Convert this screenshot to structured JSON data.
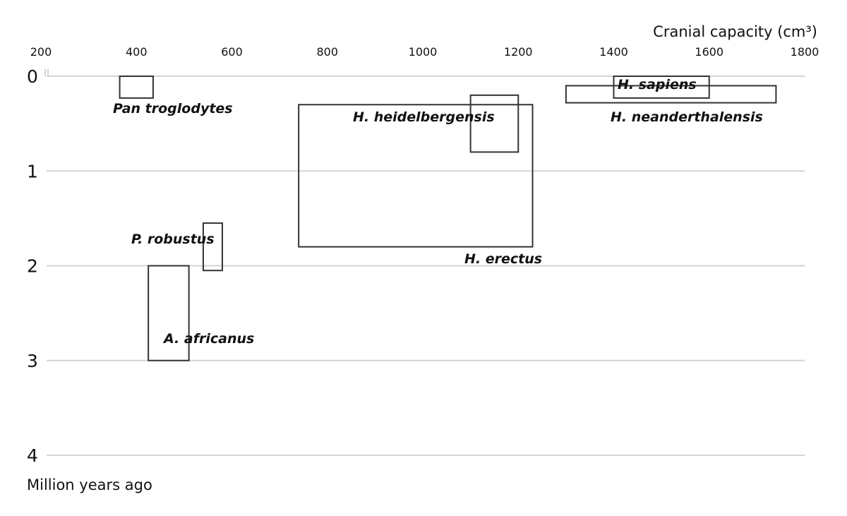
{
  "chart_data": {
    "type": "range-boxes",
    "title": "",
    "xlabel": "Cranial capacity (cm³)",
    "ylabel": "Million years ago",
    "xlim": [
      200,
      1800
    ],
    "ylim": [
      0,
      4
    ],
    "x_ticks": [
      200,
      400,
      600,
      800,
      1000,
      1200,
      1400,
      1600,
      1800
    ],
    "y_ticks": [
      0,
      1,
      2,
      3,
      4
    ],
    "grid": true,
    "species": [
      {
        "name": "Pan troglodytes",
        "x_range": [
          365,
          435
        ],
        "y_range": [
          0.0,
          0.23
        ]
      },
      {
        "name": "H. sapiens",
        "x_range": [
          1400,
          1600
        ],
        "y_range": [
          0.0,
          0.23
        ]
      },
      {
        "name": "H. neanderthalensis",
        "x_range": [
          1300,
          1740
        ],
        "y_range": [
          0.1,
          0.28
        ]
      },
      {
        "name": "H. heidelbergensis",
        "x_range": [
          1100,
          1200
        ],
        "y_range": [
          0.2,
          0.8
        ]
      },
      {
        "name": "H. erectus",
        "x_range": [
          740,
          1230
        ],
        "y_range": [
          0.3,
          1.8
        ]
      },
      {
        "name": "P. robustus",
        "x_range": [
          540,
          580
        ],
        "y_range": [
          1.55,
          2.05
        ]
      },
      {
        "name": "A. africanus",
        "x_range": [
          425,
          510
        ],
        "y_range": [
          2.0,
          3.0
        ]
      }
    ]
  }
}
